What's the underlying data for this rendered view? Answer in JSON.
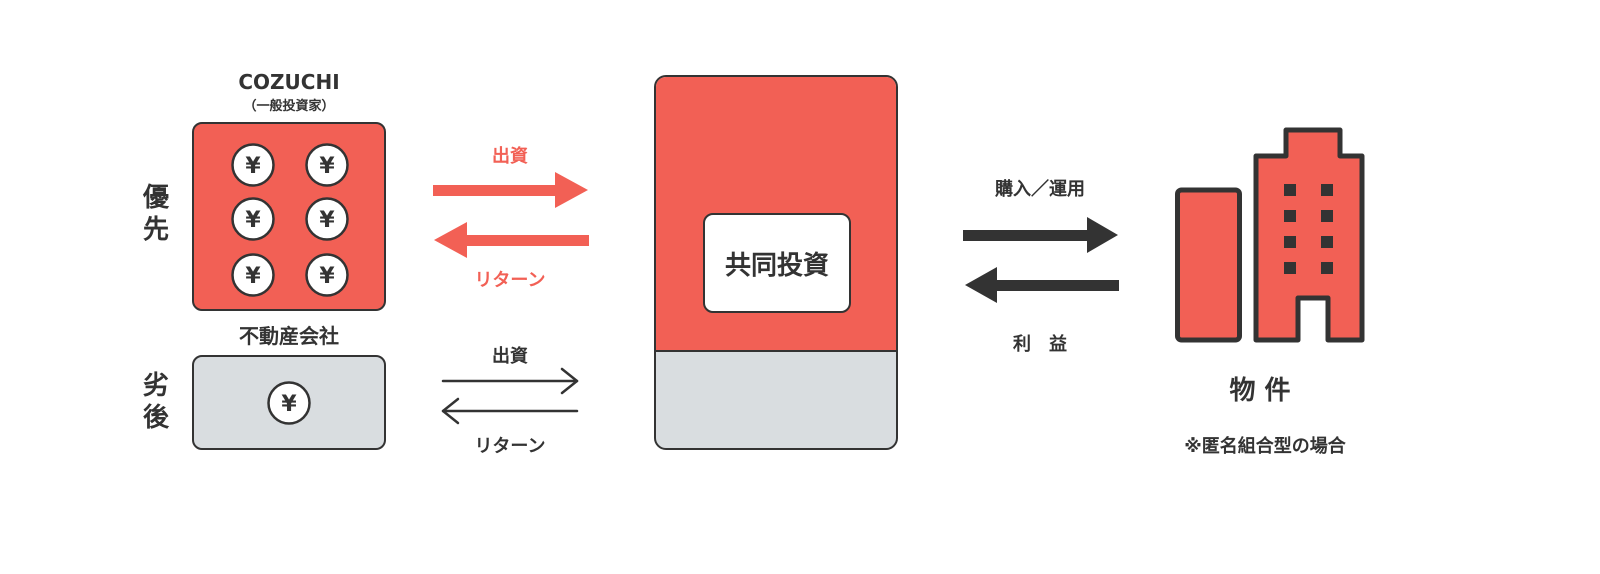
{
  "colors": {
    "accent": "#F26055",
    "neutral": "#D9DDE0",
    "dark": "#333333",
    "background": "#FFFFFF"
  },
  "investor": {
    "name": "COZUCHI",
    "sub": "（一般投資家）"
  },
  "realestate_company": {
    "name": "不動産会社"
  },
  "priority": {
    "senior_char1": "優",
    "senior_char2": "先",
    "junior_char1": "劣",
    "junior_char2": "後"
  },
  "coin_symbol": "¥",
  "flows_left": {
    "senior_invest": "出資",
    "senior_return": "リターン",
    "junior_invest": "出資",
    "junior_return": "リターン"
  },
  "center": {
    "label": "共同投資"
  },
  "flows_right": {
    "purchase": "購入／運用",
    "profit": "利　益"
  },
  "property": {
    "label": "物 件",
    "note": "※匿名組合型の場合"
  },
  "icons": [
    "yen-coin-icon",
    "building-icon",
    "arrow-right-icon",
    "arrow-left-icon"
  ]
}
